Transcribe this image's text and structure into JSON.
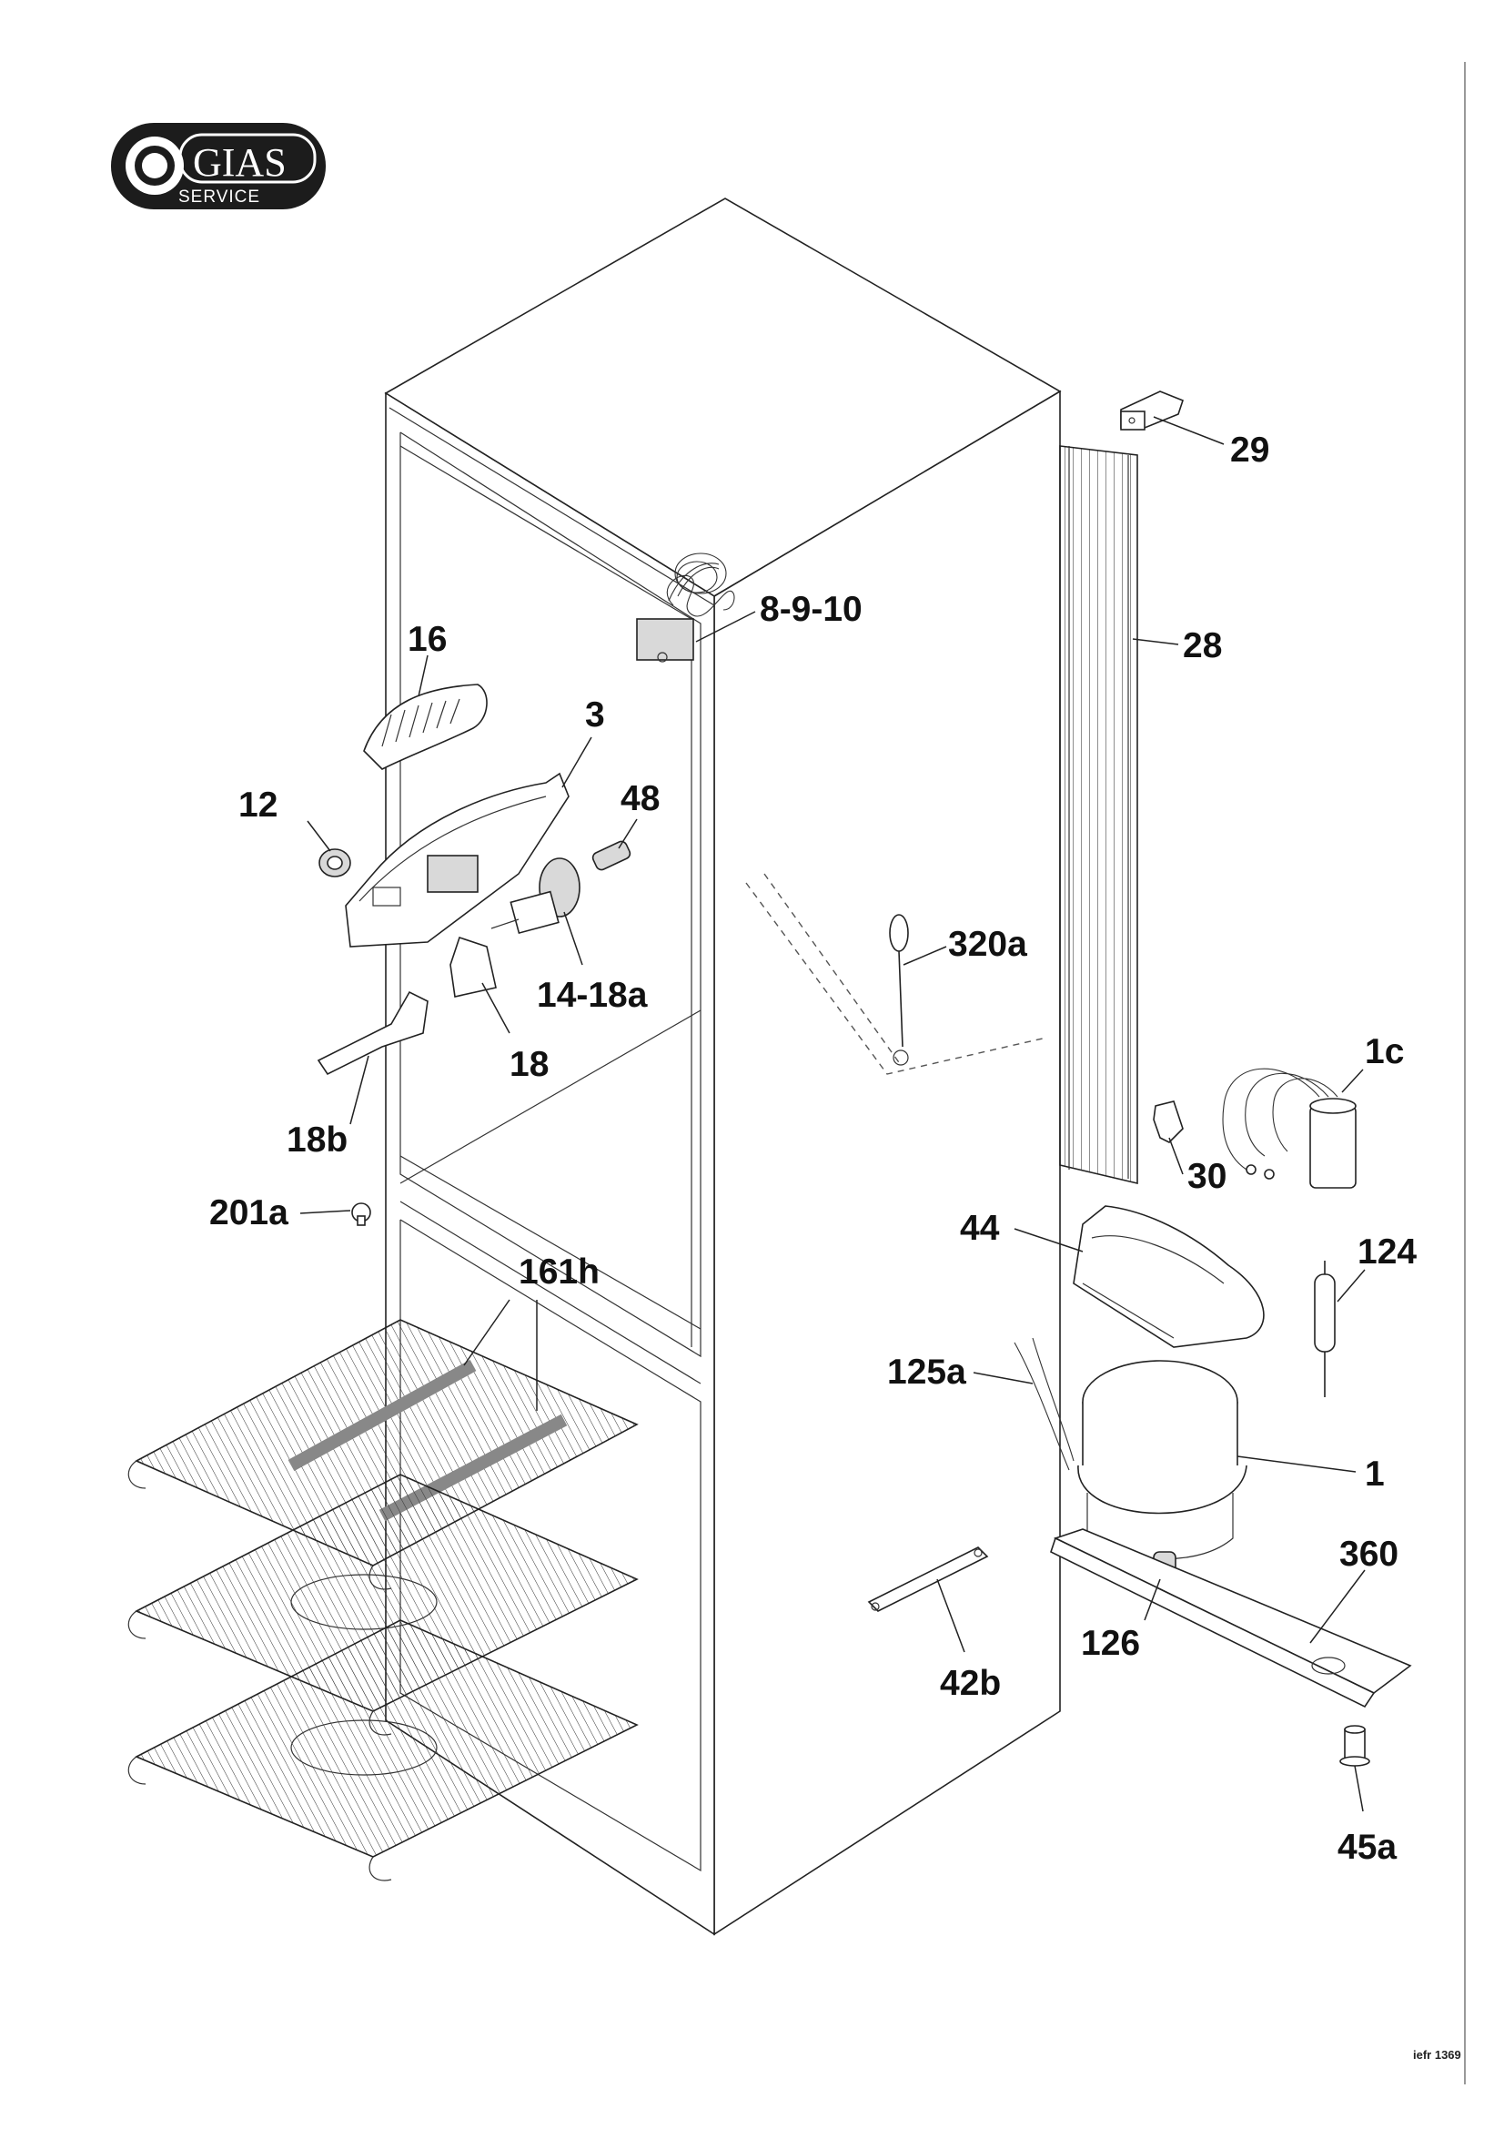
{
  "logo": {
    "brand": "GIAS",
    "sub": "SERVICE"
  },
  "reference": "iefr 1369",
  "callouts": [
    {
      "id": "c-29",
      "label": "29"
    },
    {
      "id": "c-8-9-10",
      "label": "8-9-10"
    },
    {
      "id": "c-28",
      "label": "28"
    },
    {
      "id": "c-16",
      "label": "16"
    },
    {
      "id": "c-3",
      "label": "3"
    },
    {
      "id": "c-12",
      "label": "12"
    },
    {
      "id": "c-48",
      "label": "48"
    },
    {
      "id": "c-320a",
      "label": "320a"
    },
    {
      "id": "c-14-18a",
      "label": "14-18a"
    },
    {
      "id": "c-18",
      "label": "18"
    },
    {
      "id": "c-1c",
      "label": "1c"
    },
    {
      "id": "c-18b",
      "label": "18b"
    },
    {
      "id": "c-30",
      "label": "30"
    },
    {
      "id": "c-44",
      "label": "44"
    },
    {
      "id": "c-124",
      "label": "124"
    },
    {
      "id": "c-201a",
      "label": "201a"
    },
    {
      "id": "c-161h",
      "label": "161h"
    },
    {
      "id": "c-125a",
      "label": "125a"
    },
    {
      "id": "c-1",
      "label": "1"
    },
    {
      "id": "c-360",
      "label": "360"
    },
    {
      "id": "c-126",
      "label": "126"
    },
    {
      "id": "c-42b",
      "label": "42b"
    },
    {
      "id": "c-45a",
      "label": "45a"
    }
  ]
}
